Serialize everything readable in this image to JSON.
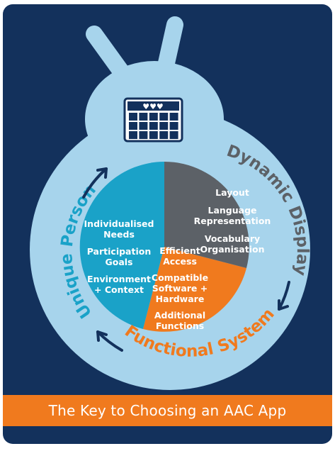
{
  "colors": {
    "background": "#13315c",
    "light_blue": "#a7d4ec",
    "teal": "#1aa2c8",
    "orange": "#f07a1e",
    "gray": "#5c6167",
    "white": "#ffffff"
  },
  "icons": {
    "device": "tablet-grid-hearts-icon",
    "cycle_arrows": "curved-arrow-icon"
  },
  "outer_labels": {
    "unique_person": "Unique Person",
    "dynamic_display": "Dynamic Display",
    "functional_system": "Functional System"
  },
  "segments": {
    "unique_person": {
      "items": [
        [
          "Individualised",
          "Needs"
        ],
        [
          "Participation",
          "Goals"
        ],
        [
          "Environment",
          "+ Context"
        ]
      ]
    },
    "functional_system": {
      "items": [
        [
          "Efficient",
          "Access"
        ],
        [
          "Compatible",
          "Software +",
          "Hardware"
        ],
        [
          "Additional",
          "Functions"
        ]
      ]
    },
    "dynamic_display": {
      "items": [
        [
          "Layout"
        ],
        [
          "Language",
          "Representation"
        ],
        [
          "Vocabulary",
          "Organisation"
        ]
      ]
    }
  },
  "banner": {
    "title": "The Key to Choosing an AAC App",
    "color": "#f07a1e"
  }
}
